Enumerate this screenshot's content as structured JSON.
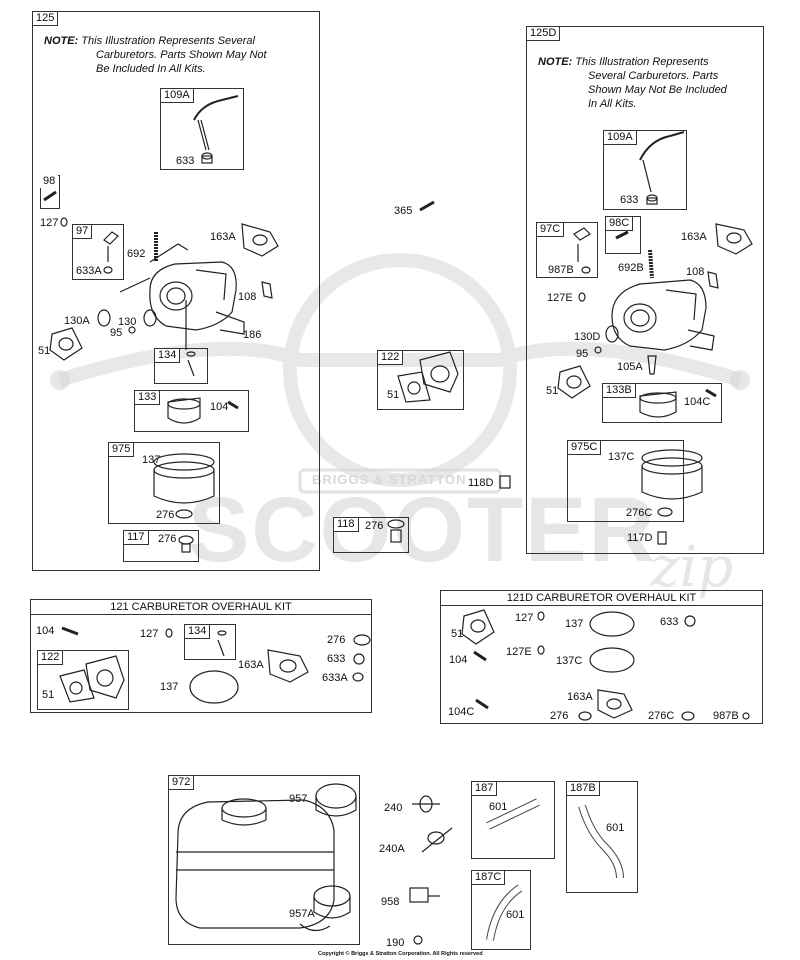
{
  "watermark": {
    "brand": "SCOOTER",
    "suffix": "zip",
    "stamp": "BRIGGS & STRATTON"
  },
  "panel_125": {
    "id": "125",
    "note_label": "NOTE:",
    "note_lines": [
      "This Illustration Represents Several",
      "Carburetors. Parts Shown May Not",
      "Be Included In All Kits."
    ],
    "tags": {
      "t109a": "109A",
      "t98": "98",
      "t97": "97",
      "t134": "134",
      "t133": "133",
      "t975": "975",
      "t117": "117"
    },
    "labels": {
      "l633": "633",
      "l127": "127",
      "l692": "692",
      "l163a": "163A",
      "l633a": "633A",
      "l108": "108",
      "l130a": "130A",
      "l130": "130",
      "l95": "95",
      "l186": "186",
      "l51": "51",
      "l104": "104",
      "l137": "137",
      "l276a": "276",
      "l276b": "276"
    }
  },
  "center": {
    "tags": {
      "t122": "122",
      "t118": "118"
    },
    "labels": {
      "l365": "365",
      "l51": "51",
      "l118d": "118D",
      "l276": "276"
    }
  },
  "panel_125d": {
    "id": "125D",
    "note_label": "NOTE:",
    "note_lines": [
      "This Illustration Represents",
      "Several Carburetors. Parts",
      "Shown May Not Be Included",
      "In All Kits."
    ],
    "tags": {
      "t109a": "109A",
      "t97c": "97C",
      "t98c": "98C",
      "t133b": "133B",
      "t975c": "975C"
    },
    "labels": {
      "l633": "633",
      "l163a": "163A",
      "l987b": "987B",
      "l692b": "692B",
      "l108": "108",
      "l127e": "127E",
      "l130d": "130D",
      "l95": "95",
      "l105a": "105A",
      "l51": "51",
      "l104c": "104C",
      "l137c": "137C",
      "l276c": "276C",
      "l117d": "117D"
    }
  },
  "kit_121": {
    "title": "121 CARBURETOR OVERHAUL KIT",
    "tags": {
      "t122": "122",
      "t134": "134"
    },
    "labels": {
      "l104": "104",
      "l127": "127",
      "l276": "276",
      "l633": "633",
      "l633a": "633A",
      "l163a": "163A",
      "l51": "51",
      "l137": "137"
    }
  },
  "kit_121d": {
    "title": "121D CARBURETOR OVERHAUL KIT",
    "labels": {
      "l127": "127",
      "l137": "137",
      "l633": "633",
      "l51": "51",
      "l127e": "127E",
      "l104": "104",
      "l137c": "137C",
      "l163a": "163A",
      "l104c": "104C",
      "l276": "276",
      "l276c": "276C",
      "l987b": "987B"
    }
  },
  "tank": {
    "tags": {
      "t972": "972"
    },
    "labels": {
      "l957": "957",
      "l957a": "957A"
    }
  },
  "fuel_parts": {
    "tags": {
      "t187": "187",
      "t187b": "187B",
      "t187c": "187C"
    },
    "labels": {
      "l240": "240",
      "l240a": "240A",
      "l958": "958",
      "l190": "190",
      "l601a": "601",
      "l601b": "601",
      "l601c": "601"
    }
  },
  "copyright": "Copyright © Briggs & Stratton Corporation. All Rights reserved"
}
